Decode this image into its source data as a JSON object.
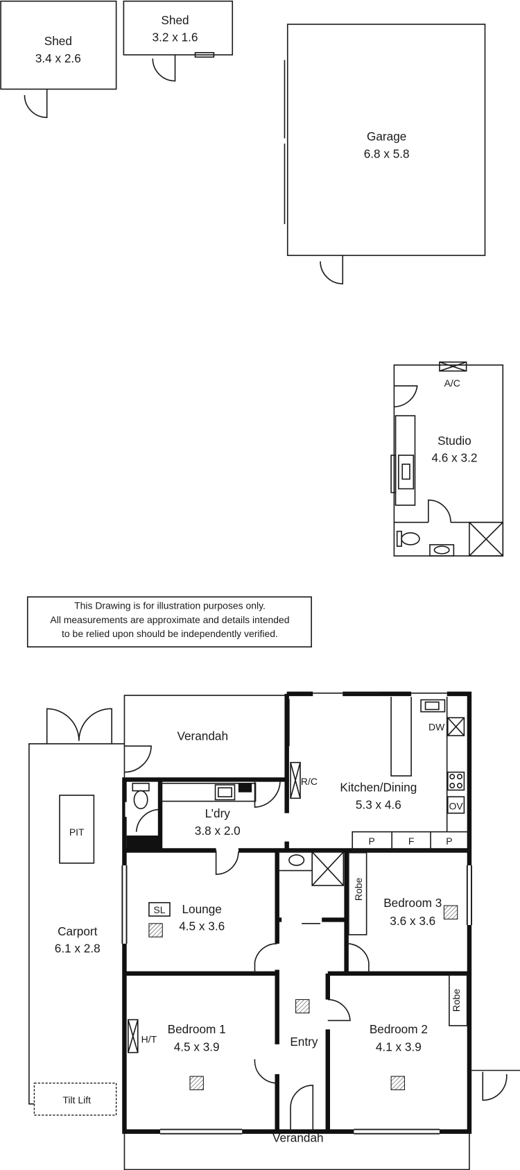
{
  "outbuildings": {
    "shed_1": {
      "name": "Shed",
      "size": "3.4 x 2.6"
    },
    "shed_2": {
      "name": "Shed",
      "size": "3.2 x 1.6"
    },
    "garage": {
      "name": "Garage",
      "size": "6.8 x 5.8"
    },
    "studio": {
      "name": "Studio",
      "size": "4.6 x 3.2",
      "ac_label": "A/C"
    }
  },
  "disclaimer": {
    "lines": [
      "This Drawing is for illustration purposes only.",
      "All measurements are approximate and details intended",
      "to be relied upon should be independently verified."
    ]
  },
  "house": {
    "verandah_rear": {
      "name": "Verandah"
    },
    "kitchen": {
      "name": "Kitchen/Dining",
      "size": "5.3 x 4.6",
      "dw": "DW",
      "ov": "OV",
      "rc": "R/C",
      "pantry": "P",
      "fridge": "F",
      "pantry2": "P"
    },
    "laundry": {
      "name": "L’dry",
      "size": "3.8 x 2.0"
    },
    "lounge": {
      "name": "Lounge",
      "size": "4.5 x 3.6",
      "sl": "SL"
    },
    "bedroom_3": {
      "name": "Bedroom 3",
      "size": "3.6 x 3.6",
      "robe": "Robe"
    },
    "carport": {
      "name": "Carport",
      "size": "6.1 x 2.8",
      "pit": "PIT",
      "tilt_lift": "Tilt Lift"
    },
    "bedroom_1": {
      "name": "Bedroom 1",
      "size": "4.5 x 3.9",
      "ht": "H/T"
    },
    "entry": {
      "name": "Entry"
    },
    "bedroom_2": {
      "name": "Bedroom 2",
      "size": "4.1 x 3.9",
      "robe": "Robe"
    },
    "verandah_front": {
      "name": "Verandah"
    }
  }
}
